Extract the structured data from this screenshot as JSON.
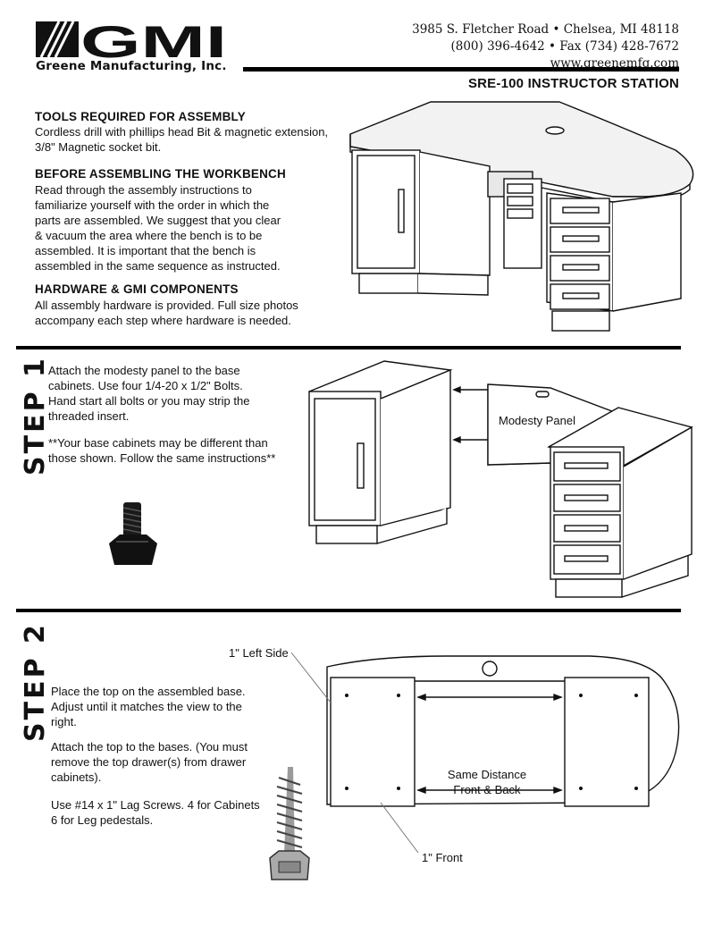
{
  "header": {
    "logo_text": "GMI",
    "company": "Greene Manufacturing, Inc.",
    "address_line1": "3985 S. Fletcher Road • Chelsea, MI  48118",
    "address_line2": "(800) 396-4642 • Fax (734) 428-7672",
    "website": "www.greenemfg.com",
    "doc_title": "SRE-100 INSTRUCTOR STATION"
  },
  "intro": {
    "tools_heading": "TOOLS REQUIRED FOR ASSEMBLY",
    "tools_text_1": "Cordless drill with phillips head Bit & magnetic extension,",
    "tools_text_2": "3/8\" Magnetic socket bit.",
    "before_heading": "BEFORE ASSEMBLING THE WORKBENCH",
    "before_lines": [
      "Read through the assembly instructions to",
      "familiarize yourself with the order in which the",
      "parts are assembled.  We suggest that you clear",
      "& vacuum the area where the bench is to be",
      "assembled.  It is important that the bench is",
      "assembled in the same sequence as instructed."
    ],
    "hardware_heading": "HARDWARE & GMI COMPONENTS",
    "hardware_lines": [
      "All assembly hardware is provided.  Full size photos",
      "accompany each step where hardware is needed."
    ]
  },
  "step1": {
    "label": "STEP 1",
    "lines": [
      "Attach the modesty panel to the base",
      "cabinets.  Use four 1/4-20 x 1/2\" Bolts.",
      "Hand start all bolts or you may strip the",
      "threaded insert."
    ],
    "note_lines": [
      "**Your base cabinets may be different than",
      "those shown.  Follow the same instructions**"
    ],
    "diagram_label": "Modesty Panel"
  },
  "step2": {
    "label": "STEP 2",
    "para1_lines": [
      "Place the top on the assembled base.",
      "Adjust until it matches the view to the",
      "right."
    ],
    "para2_lines": [
      "Attach the top to the bases.  (You must",
      "remove the top drawer(s) from drawer",
      "cabinets)."
    ],
    "para3_lines": [
      "Use #14 x 1\" Lag Screws.  4 for Cabinets",
      "6 for Leg pedestals."
    ],
    "left_side_label": "1\" Left Side",
    "same_distance_1": "Same Distance",
    "same_distance_2": "Front & Back",
    "front_label": "1\" Front"
  }
}
